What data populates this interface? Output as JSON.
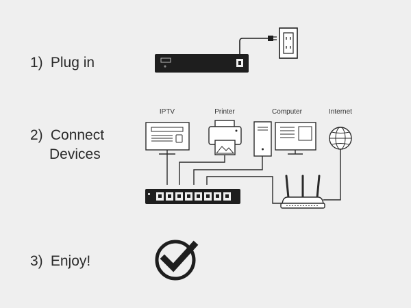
{
  "steps": [
    {
      "number": "1)",
      "text": "Plug in"
    },
    {
      "number": "2)",
      "text_line1": "Connect",
      "text_line2": "Devices"
    },
    {
      "number": "3)",
      "text": "Enjoy!"
    }
  ],
  "devices": {
    "iptv": "IPTV",
    "printer": "Printer",
    "computer": "Computer",
    "internet": "Internet"
  },
  "colors": {
    "background": "#efefef",
    "dark": "#1e1e1e",
    "line": "#2a2a2a"
  }
}
